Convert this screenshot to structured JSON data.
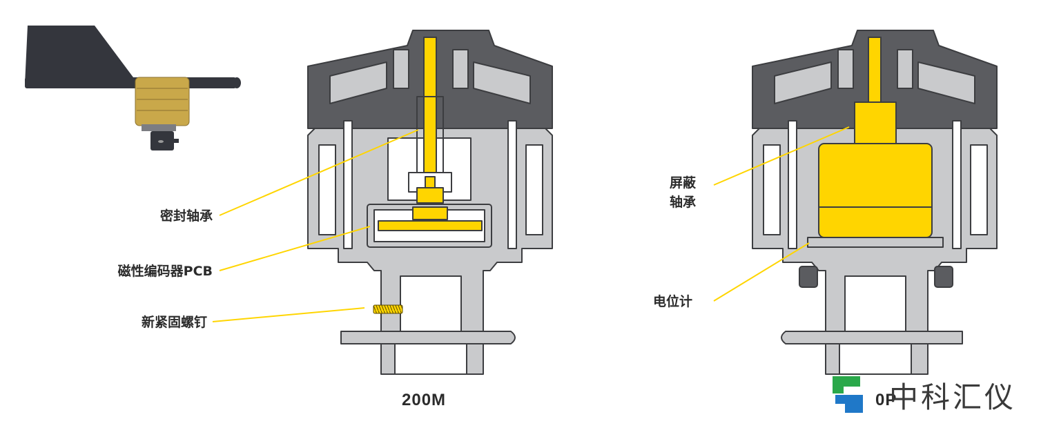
{
  "labels": {
    "sealed_bearing": "密封轴承",
    "magnetic_encoder_pcb": "磁性编码器PCB",
    "set_screw": "新紧固螺钉",
    "shielded_bearing_line1": "屏蔽",
    "shielded_bearing_line2": "轴承",
    "potentiometer": "电位计"
  },
  "captions": {
    "left_model": "200M",
    "right_model": "0P"
  },
  "watermark": {
    "text": "中科汇仪",
    "logo_colors": [
      "#2aa84a",
      "#1f78c8"
    ]
  },
  "colors": {
    "housing_dark": "#5b5c60",
    "housing_light": "#c9cacc",
    "outline": "#3c3d40",
    "accent_yellow": "#ffd500",
    "vane_dark": "#34363d",
    "gold": "#c9a84a"
  }
}
